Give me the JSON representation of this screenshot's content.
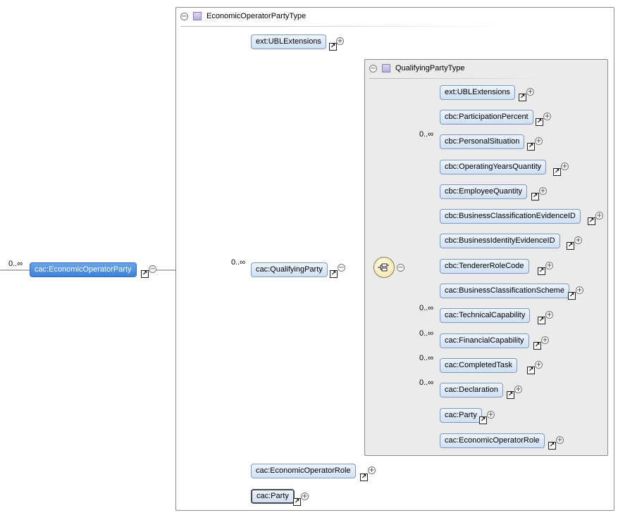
{
  "root": {
    "cardinality": "0..∞",
    "label": "cac:EconomicOperatorParty"
  },
  "outer_type": {
    "name": "EconomicOperatorPartyType",
    "children": [
      {
        "label": "ext:UBLExtensions",
        "cardinality": ""
      },
      {
        "label": "cac:QualifyingParty",
        "cardinality": "0..∞"
      },
      {
        "label": "cac:EconomicOperatorRole",
        "cardinality": ""
      },
      {
        "label": "cac:Party",
        "cardinality": ""
      }
    ]
  },
  "inner_type": {
    "name": "QualifyingPartyType",
    "children": [
      {
        "label": "ext:UBLExtensions",
        "cardinality": ""
      },
      {
        "label": "cbc:ParticipationPercent",
        "cardinality": ""
      },
      {
        "label": "cbc:PersonalSituation",
        "cardinality": "0..∞"
      },
      {
        "label": "cbc:OperatingYearsQuantity",
        "cardinality": ""
      },
      {
        "label": "cbc:EmployeeQuantity",
        "cardinality": ""
      },
      {
        "label": "cbc:BusinessClassificationEvidenceID",
        "cardinality": ""
      },
      {
        "label": "cbc:BusinessIdentityEvidenceID",
        "cardinality": ""
      },
      {
        "label": "cbc:TendererRoleCode",
        "cardinality": ""
      },
      {
        "label": "cac:BusinessClassificationScheme",
        "cardinality": ""
      },
      {
        "label": "cac:TechnicalCapability",
        "cardinality": "0..∞"
      },
      {
        "label": "cac:FinancialCapability",
        "cardinality": "0..∞"
      },
      {
        "label": "cac:CompletedTask",
        "cardinality": "0..∞"
      },
      {
        "label": "cac:Declaration",
        "cardinality": "0..∞"
      },
      {
        "label": "cac:Party",
        "cardinality": ""
      },
      {
        "label": "cac:EconomicOperatorRole",
        "cardinality": ""
      }
    ]
  },
  "icons": {
    "collapse": "collapse-minus-icon",
    "expand": "expand-plus-icon",
    "reference": "reference-arrow-icon",
    "type": "complex-type-icon",
    "sequence": "sequence-compositor-icon"
  }
}
